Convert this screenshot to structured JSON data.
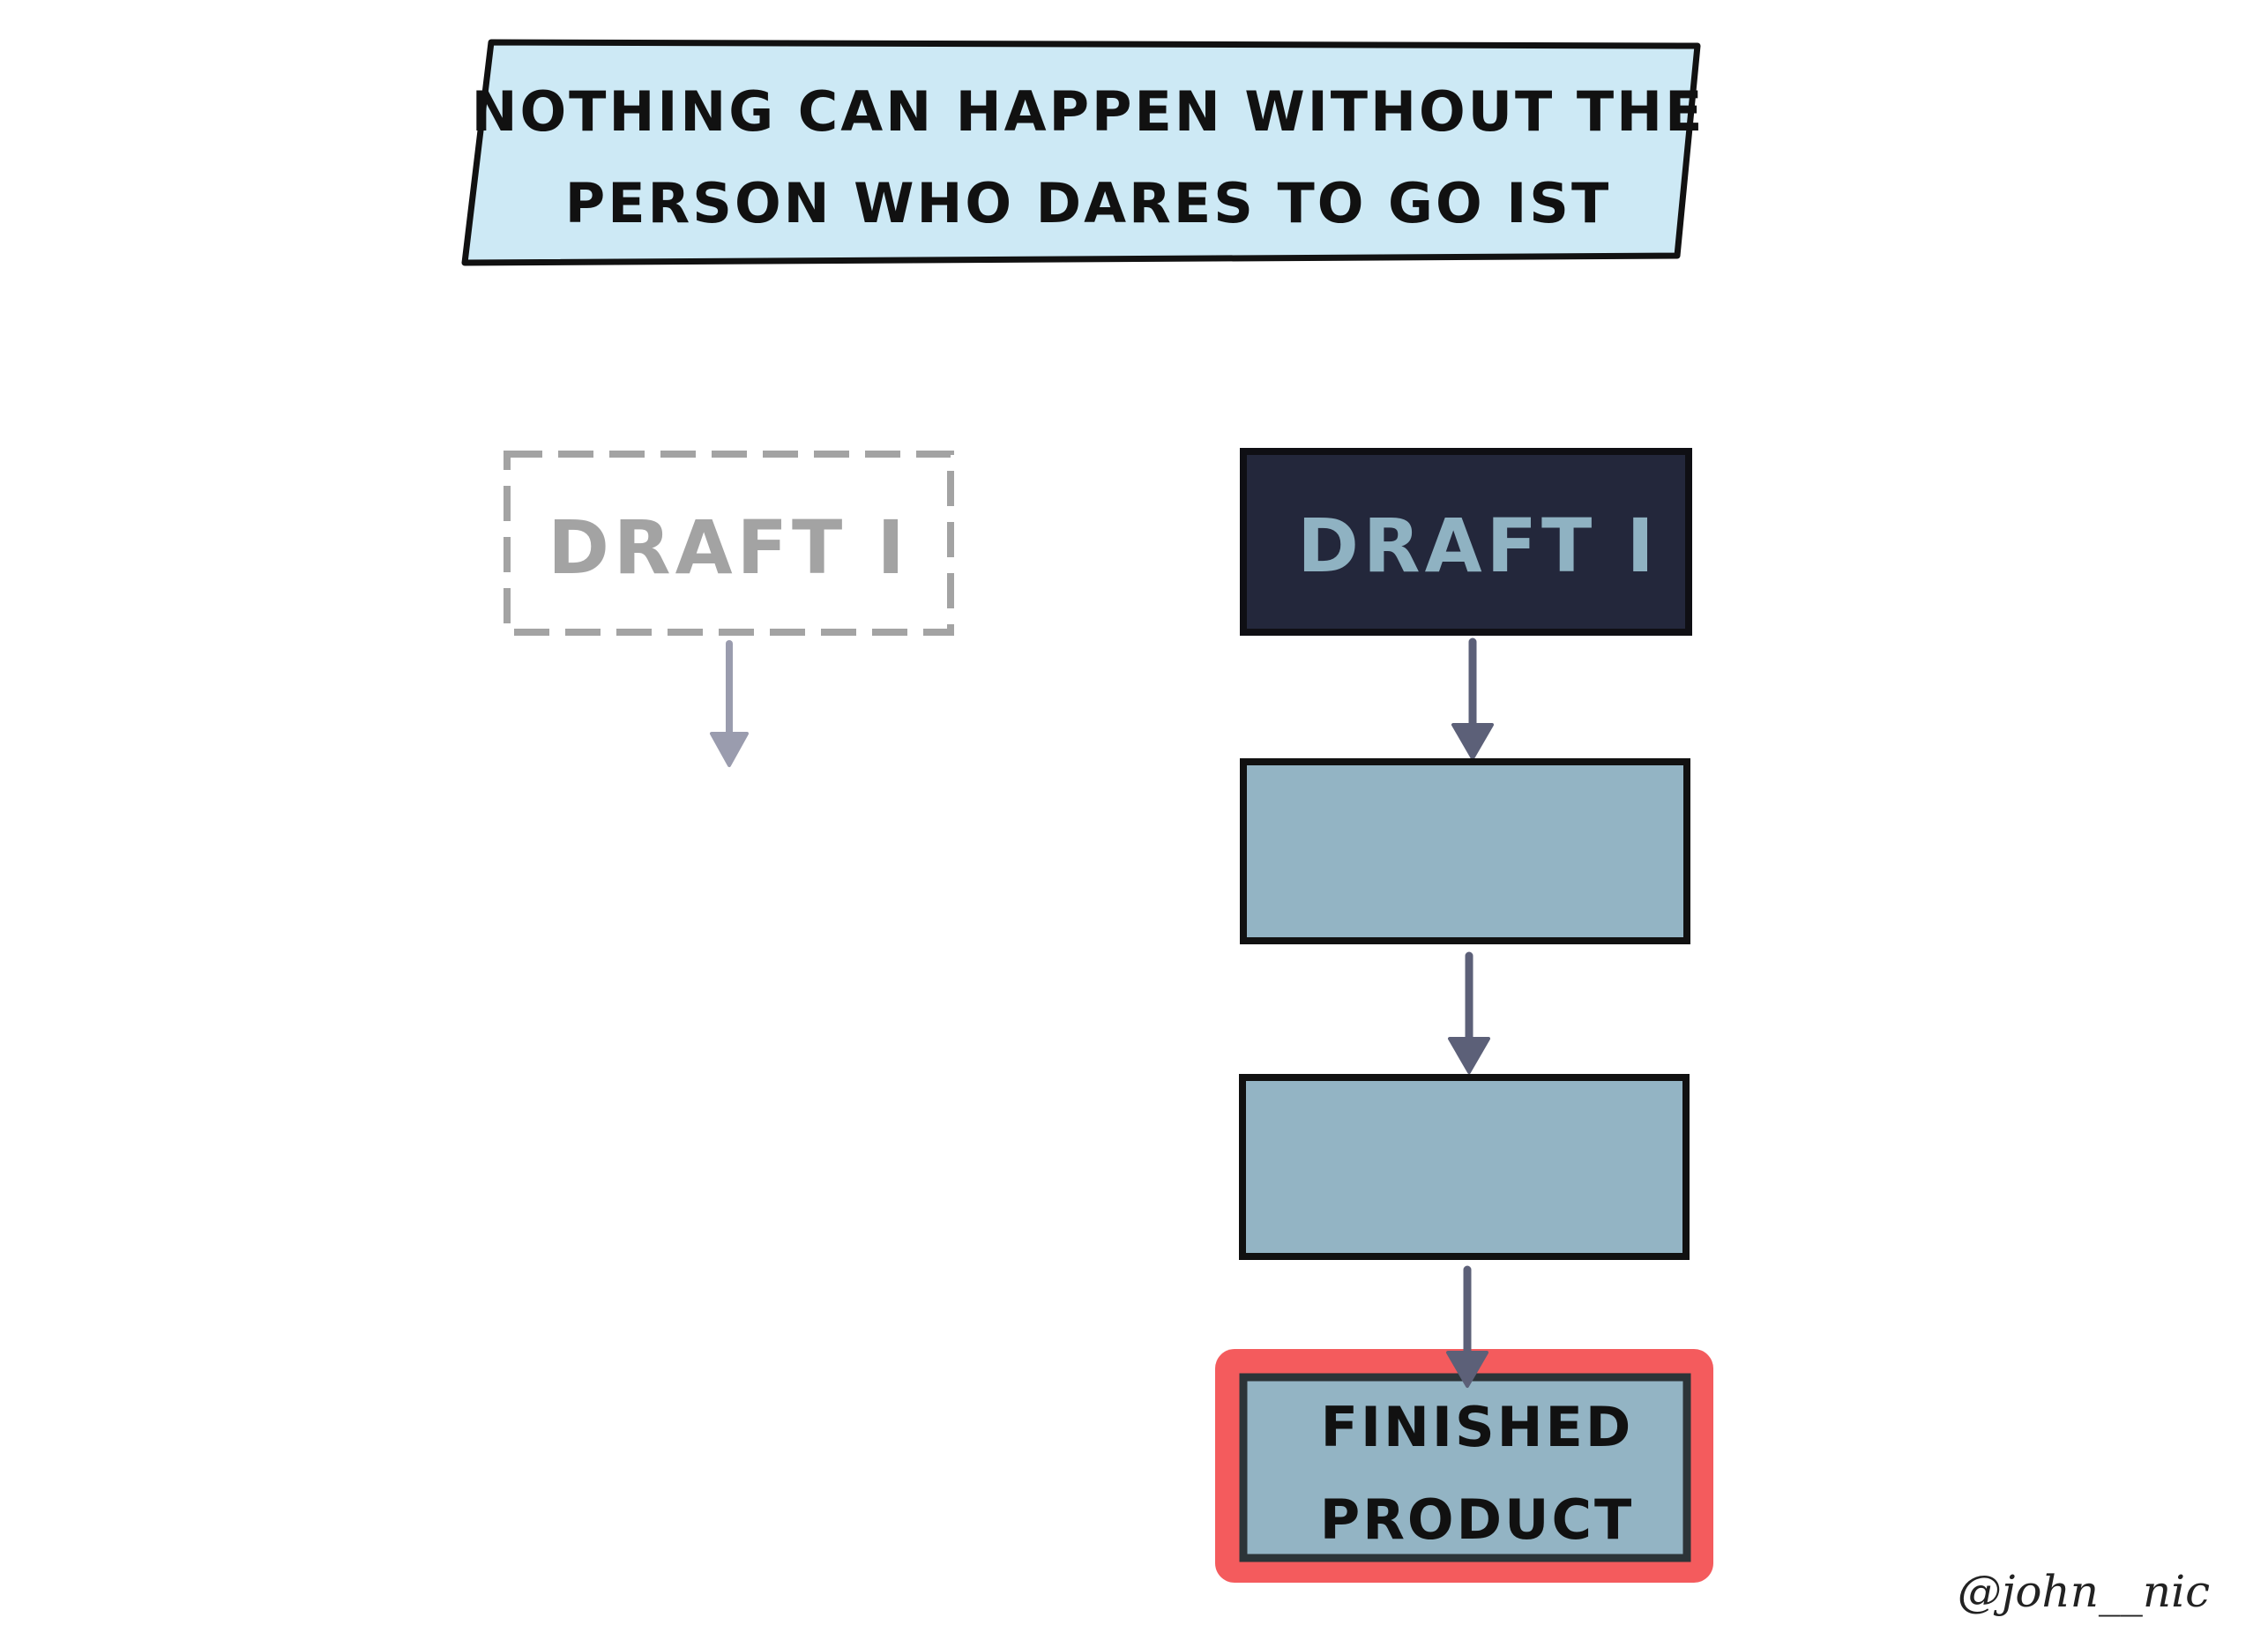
{
  "title": {
    "line1": "NOTHING CAN HAPPEN WITHOUT THE",
    "line2": "PERSON WHO DARES TO GO IST"
  },
  "abandoned_path": {
    "box_label": "DRAFT I"
  },
  "completed_path": {
    "start_label": "DRAFT I",
    "final_line1": "FINISHED",
    "final_line2": "PRODUCT"
  },
  "credit": {
    "handle": "@john__nic"
  },
  "colors": {
    "title_banner_fill": "#cde9f5",
    "dark_box_fill": "#23273b",
    "dark_box_text": "#8fb2c2",
    "step_box_fill": "#93b4c4",
    "ghost_stroke": "#a3a3a3",
    "arrow": "#5c6078",
    "ghost_arrow": "#9a9cae",
    "highlight": "#f45b5d"
  }
}
